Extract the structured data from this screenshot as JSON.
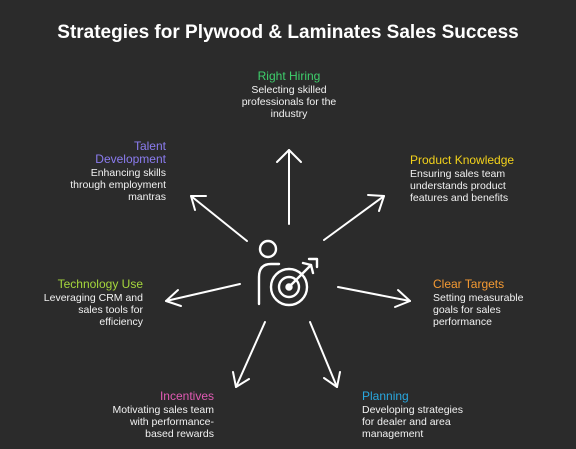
{
  "title": "Strategies for Plywood & Laminates Sales Success",
  "colors": {
    "background": "#2b2b2b",
    "right_hiring": "#3ecf6c",
    "product_knowledge": "#f3d21b",
    "clear_targets": "#f59a33",
    "planning": "#29a8e0",
    "incentives": "#e15ab4",
    "technology_use": "#a5d63c",
    "talent_development": "#8b7cf0"
  },
  "center_icon": "person-with-target-icon",
  "strategies": [
    {
      "key": "right_hiring",
      "title": "Right Hiring",
      "description": "Selecting skilled professionals for the industry"
    },
    {
      "key": "product_knowledge",
      "title": "Product Knowledge",
      "description": "Ensuring sales team understands product features and benefits"
    },
    {
      "key": "clear_targets",
      "title": "Clear Targets",
      "description": "Setting measurable goals for sales performance"
    },
    {
      "key": "planning",
      "title": "Planning",
      "description": "Developing strategies for dealer and area management"
    },
    {
      "key": "incentives",
      "title": "Incentives",
      "description": "Motivating sales team with performance-based rewards"
    },
    {
      "key": "technology_use",
      "title": "Technology Use",
      "description": "Leveraging CRM and sales tools for efficiency"
    },
    {
      "key": "talent_development",
      "title": "Talent Development",
      "description": "Enhancing skills through employment mantras"
    }
  ]
}
